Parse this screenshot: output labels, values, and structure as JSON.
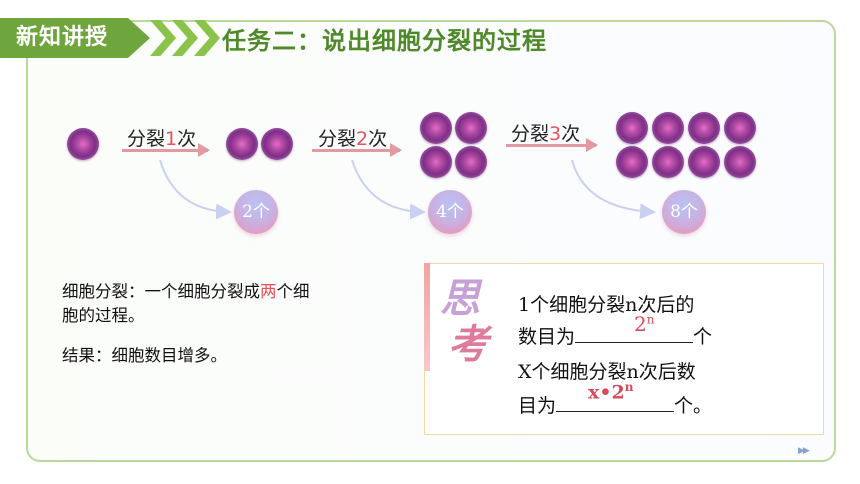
{
  "header": {
    "tag_label": "新知讲授",
    "title": "任务二：说出细胞分裂的过程"
  },
  "division": {
    "steps": [
      {
        "prefix": "分裂",
        "num": "1",
        "suffix": "次",
        "result": "2个"
      },
      {
        "prefix": "分裂",
        "num": "2",
        "suffix": "次",
        "result": "4个"
      },
      {
        "prefix": "分裂",
        "num": "3",
        "suffix": "次",
        "result": "8个"
      }
    ]
  },
  "definition": {
    "line1_before": "细胞分裂：一个细胞分裂成",
    "line1_em": "两",
    "line1_after": "个细",
    "line2": "胞的过程。",
    "result": "结果：细胞数目增多。"
  },
  "think": {
    "chars": [
      "思",
      "考"
    ],
    "q1_line1": "1个细胞分裂n次后的",
    "q1_line2_prefix": "数目为",
    "q1_line2_suffix": "个",
    "q2_line1": "X个细胞分裂n次后数",
    "q2_line2_prefix": "目为",
    "q2_line2_suffix": "个。",
    "answer1_base": "2",
    "answer1_exp": "n",
    "answer2_base": "x•2",
    "answer2_exp": "n"
  },
  "colors": {
    "accent_green": "#6ea53c",
    "title_green": "#4f8a2a",
    "highlight_red": "#e8525a",
    "cell_purple": "#7e2f86"
  }
}
